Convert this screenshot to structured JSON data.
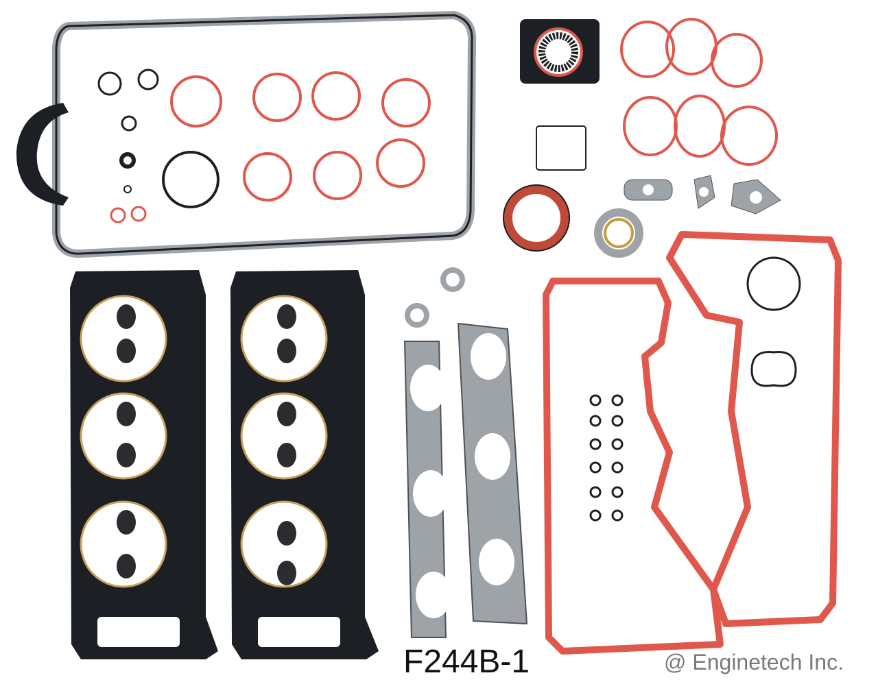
{
  "photo": {
    "part_number": "F244B-1",
    "copyright": "@ Enginetech Inc.",
    "colors": {
      "background": "#ffffff",
      "red_gasket": "#e0574c",
      "black_gasket": "#1c1f24",
      "steel_gasket": "#9ea3a8"
    },
    "items": [
      "oil-pan-gasket",
      "throttle-body-gasket",
      "intake-manifold-gaskets",
      "cylinder-head-gasket-left",
      "cylinder-head-gasket-right",
      "exhaust-manifold-gaskets",
      "valve-cover-gasket-left",
      "valve-cover-gasket-right",
      "rear-main-seal",
      "timing-cover-seal",
      "egr-gaskets",
      "valve-stem-seals",
      "o-rings"
    ]
  }
}
